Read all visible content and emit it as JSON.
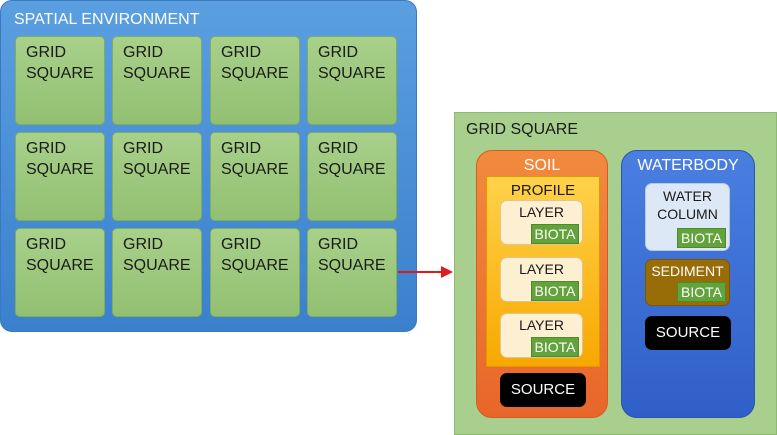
{
  "environment": {
    "title": "SPATIAL ENVIRONMENT",
    "cells": [
      "GRID\nSQUARE",
      "GRID\nSQUARE",
      "GRID\nSQUARE",
      "GRID\nSQUARE",
      "GRID\nSQUARE",
      "GRID\nSQUARE",
      "GRID\nSQUARE",
      "GRID\nSQUARE",
      "GRID\nSQUARE",
      "GRID\nSQUARE",
      "GRID\nSQUARE",
      "GRID\nSQUARE"
    ]
  },
  "detail": {
    "title": "GRID SQUARE",
    "soil": {
      "title": "SOIL",
      "profile_title": "PROFILE",
      "layers": [
        {
          "label": "LAYER",
          "biota": "BIOTA"
        },
        {
          "label": "LAYER",
          "biota": "BIOTA"
        },
        {
          "label": "LAYER",
          "biota": "BIOTA"
        }
      ],
      "source": "SOURCE"
    },
    "waterbody": {
      "title": "WATERBODY",
      "column_label": "WATER\nCOLUMN",
      "column_biota": "BIOTA",
      "sediment_label": "SEDIMENT",
      "sediment_biota": "BIOTA",
      "source": "SOURCE"
    }
  },
  "colors": {
    "environment": "#4a90dc",
    "grid_cell": "#9cc87e",
    "soil": "#ed7a34",
    "profile": "#fbbf1f",
    "waterbody": "#3c6fd6",
    "sediment": "#986c07",
    "biota": "#63a33c",
    "arrow": "#e01b1b"
  }
}
